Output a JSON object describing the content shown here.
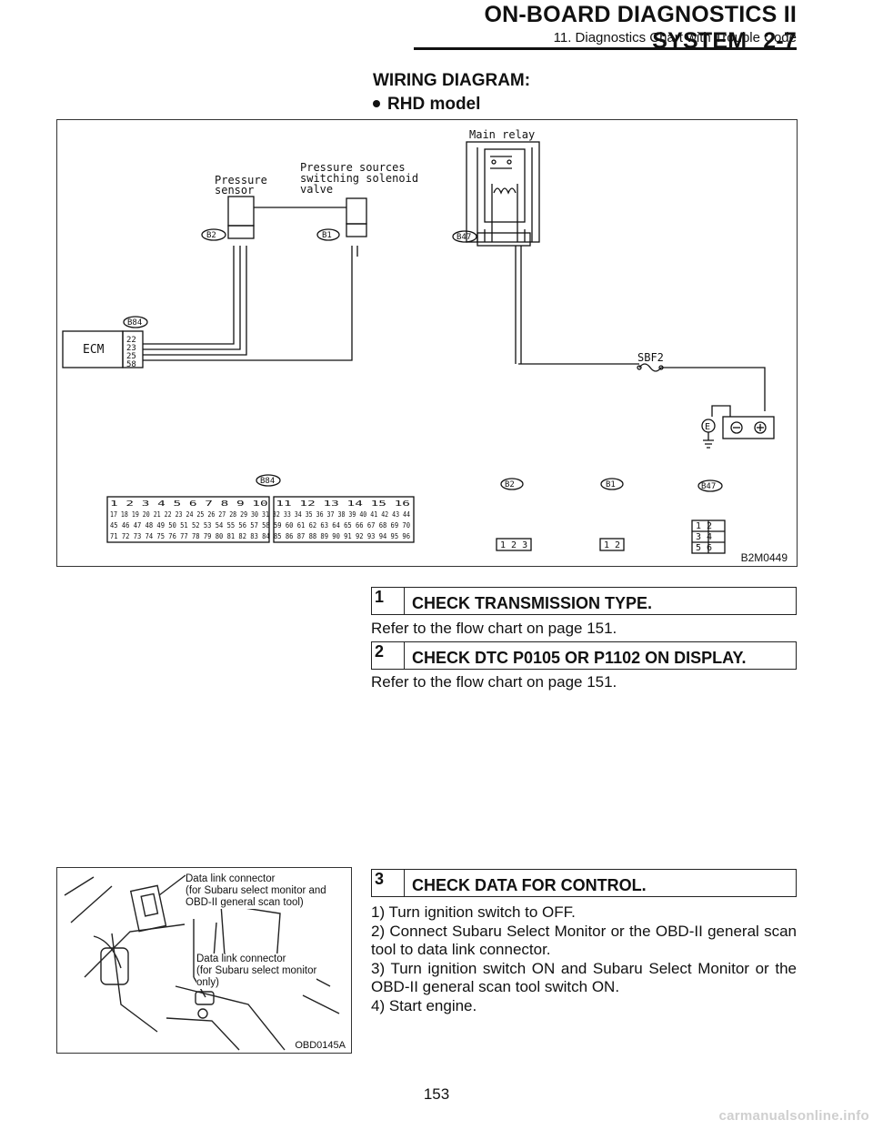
{
  "header": {
    "title": "ON-BOARD DIAGNOSTICS II SYSTEM",
    "section": "2-7",
    "subtitle": "11. Diagnostics Chart with Trouble Code"
  },
  "wiring": {
    "heading": "WIRING DIAGRAM:",
    "model": "RHD model",
    "figure_code": "B2M0449",
    "labels": {
      "main_relay": "Main relay",
      "pressure_sensor_1": "Pressure",
      "pressure_sensor_2": "sensor",
      "solenoid_1": "Pressure sources",
      "solenoid_2": "switching solenoid",
      "solenoid_3": "valve",
      "ecm": "ECM",
      "sbf": "SBF2",
      "ground": "E",
      "b2": "B2",
      "b1": "B1",
      "b47": "B47",
      "b84": "B84"
    },
    "ecm_pins": [
      "22",
      "23",
      "25",
      "58"
    ],
    "b84_connector_rows": [
      "1 2 3 4 5 6 7 8 9 10 11 12 13 14 15 16",
      "17 18 19 20 21 22 23 24 25 26 27 28 29 30 31 32 33 34 35 36 37 38 39 40 41 42 43 44",
      "45 46 47 48 49 50 51 52 53 54 55 56 57 58 59 60 61 62 63 64 65 66 67 68 69 70",
      "71 72 73 74 75 76 77 78 79 80 81 82 83 84 85 86 87 88 89 90 91 92 93 94 95 96"
    ],
    "b2_pins": "1 2 3",
    "b1_pins": "1 2",
    "b47_rows": [
      "1 2",
      "3 4",
      "5 6"
    ]
  },
  "steps": [
    {
      "num": "1",
      "title": "CHECK TRANSMISSION TYPE.",
      "text": "Refer to the flow chart on page 151."
    },
    {
      "num": "2",
      "title": "CHECK DTC P0105 OR P1102 ON DISPLAY.",
      "text": "Refer to the flow chart on page 151."
    },
    {
      "num": "3",
      "title": "CHECK DATA FOR CONTROL.",
      "items": [
        "1) Turn ignition switch to OFF.",
        "2) Connect Subaru Select Monitor or the OBD-II general scan tool to data link connector.",
        "3) Turn ignition switch ON and Subaru Select Monitor or the OBD-II general scan tool switch ON.",
        "4) Start engine."
      ]
    }
  ],
  "photo": {
    "label_1a": "Data link connector",
    "label_1b": "(for Subaru select monitor  and",
    "label_1c": "OBD-II general scan tool)",
    "label_2a": "Data link connector",
    "label_2b": "(for Subaru select monitor",
    "label_2c": "only)",
    "code": "OBD0145A"
  },
  "page_number": "153",
  "watermark": "carmanualsonline.info"
}
